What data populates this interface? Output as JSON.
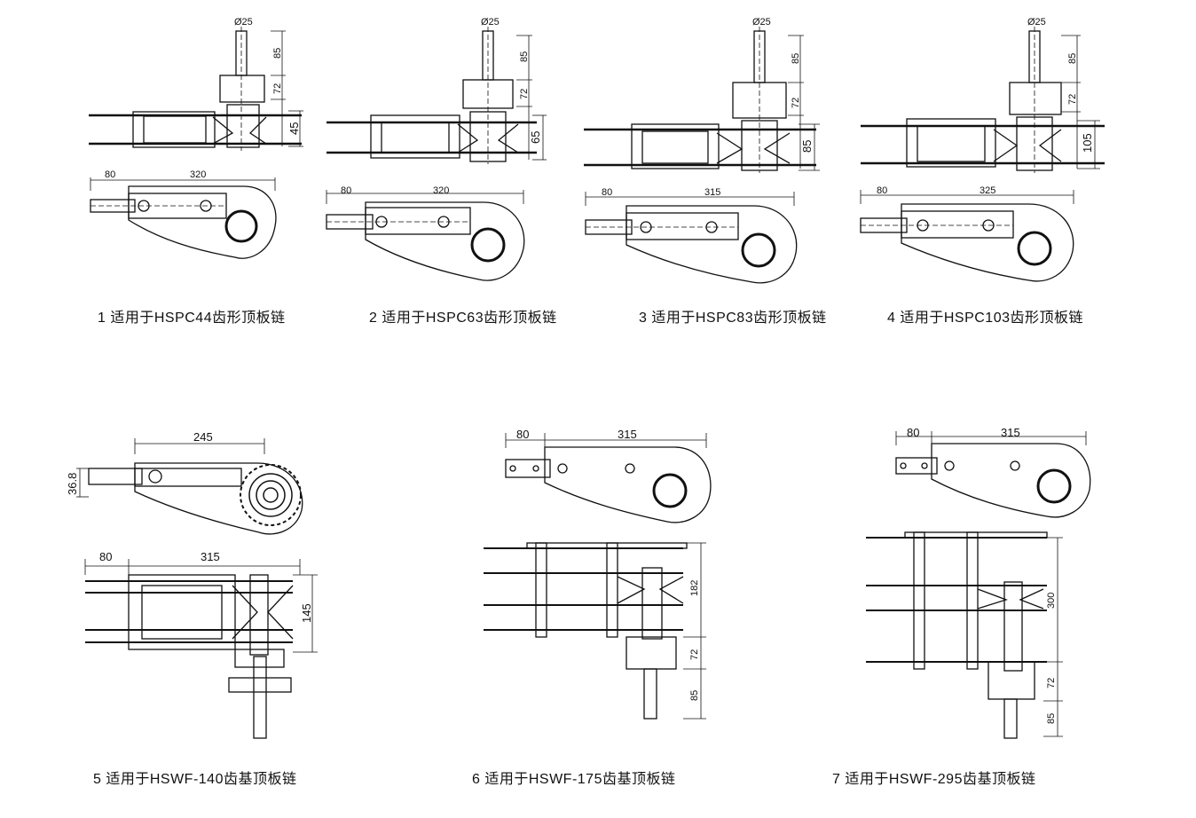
{
  "diagrams": [
    {
      "caption": "1 适用于HSPC44齿形顶板链",
      "shaft_dia": "Ø25",
      "shaft_len": "85",
      "hub_len": "72",
      "height": "45",
      "offset": "80",
      "length": "320"
    },
    {
      "caption": "2 适用于HSPC63齿形顶板链",
      "shaft_dia": "Ø25",
      "shaft_len": "85",
      "hub_len": "72",
      "height": "65",
      "offset": "80",
      "length": "320"
    },
    {
      "caption": "3 适用于HSPC83齿形顶板链",
      "shaft_dia": "Ø25",
      "shaft_len": "85",
      "hub_len": "72",
      "height": "85",
      "offset": "80",
      "length": "315"
    },
    {
      "caption": "4 适用于HSPC103齿形顶板链",
      "shaft_dia": "Ø25",
      "shaft_len": "85",
      "hub_len": "72",
      "height": "105",
      "offset": "80",
      "length": "325"
    },
    {
      "caption": "5 适用于HSWF-140齿基顶板链",
      "arm_len": "245",
      "arm_h": "36.8",
      "offset": "80",
      "length": "315",
      "height": "145"
    },
    {
      "caption": "6 适用于HSWF-175齿基顶板链",
      "offset": "80",
      "length": "315",
      "height": "182",
      "hub_len": "72",
      "shaft_len": "85"
    },
    {
      "caption": "7 适用于HSWF-295齿基顶板链",
      "offset": "80",
      "length": "315",
      "height": "300",
      "hub_len": "72",
      "shaft_len": "85"
    }
  ]
}
